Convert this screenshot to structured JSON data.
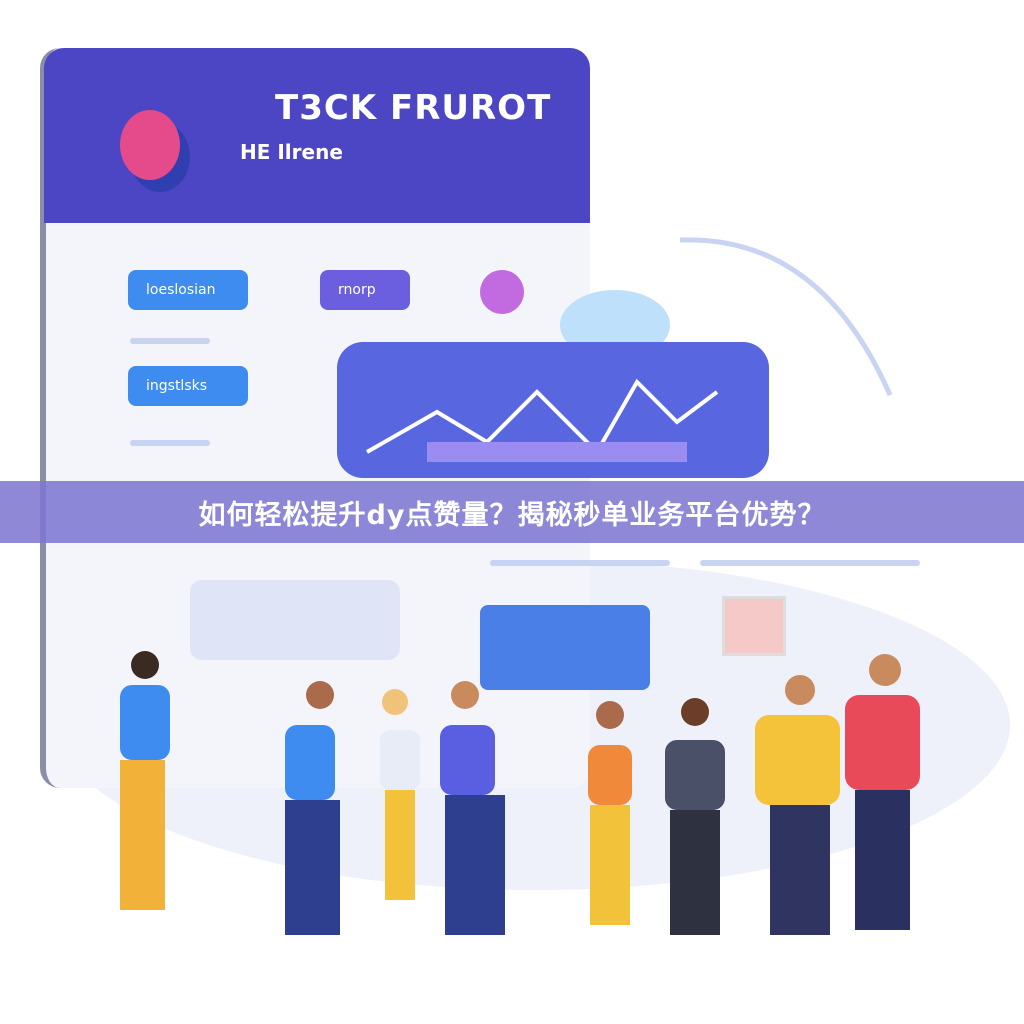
{
  "illustration": {
    "header_text": "T3CK FRUROT",
    "header_sub": "HE Ilrene",
    "chips": [
      "loeslosian",
      "rnorp",
      "ingstlsks"
    ]
  },
  "banner": {
    "title": "如何轻松提升dy点赞量？揭秘秒单业务平台优势？"
  },
  "colors": {
    "header": "#4c45c4",
    "banner": "#7e78d2",
    "accent": "#3e8cf0"
  }
}
